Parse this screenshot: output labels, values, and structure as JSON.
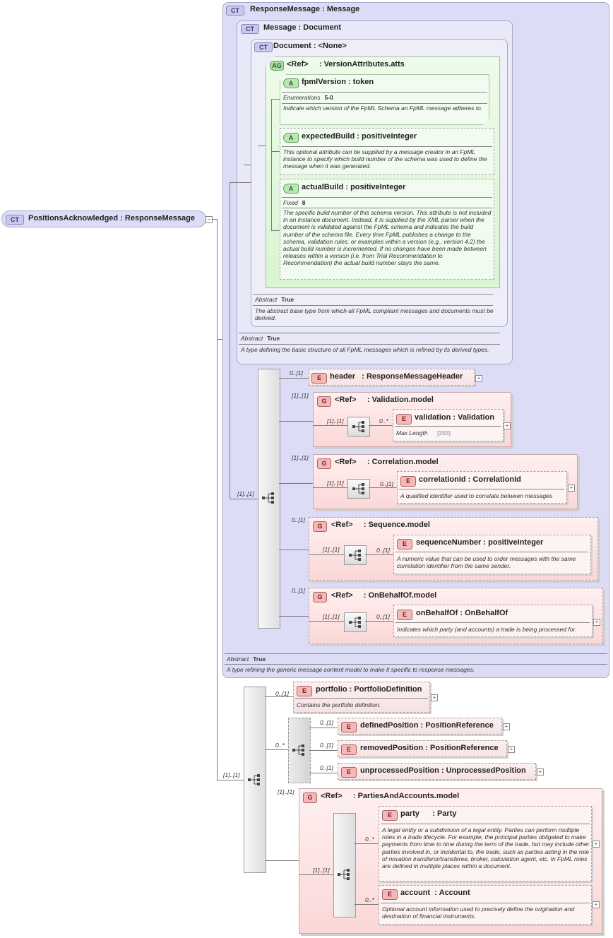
{
  "root": {
    "badge": "CT",
    "name": "PositionsAcknowledged",
    "type": "ResponseMessage"
  },
  "response_message": {
    "badge": "CT",
    "name": "ResponseMessage",
    "type": "Message",
    "abstract_label": "Abstract",
    "abstract_value": "True",
    "doc": "A type refining the generic message content model to make it specific to response messages."
  },
  "message": {
    "badge": "CT",
    "name": "Message",
    "type": "Document",
    "abstract_label": "Abstract",
    "abstract_value": "True",
    "doc": "A type defining the basic structure of all FpML messages which is refined by its derived types."
  },
  "document": {
    "badge": "CT",
    "name": "Document",
    "type": "<None>",
    "abstract_label": "Abstract",
    "abstract_value": "True",
    "doc": "The abstract base type from which all FpML compliant messages and documents must be derived."
  },
  "attr_group": {
    "badge": "AG",
    "name": "<Ref>",
    "type": "VersionAttributes.atts"
  },
  "attributes": {
    "fpml_version": {
      "badge": "A",
      "name": "fpmlVersion",
      "type": "token",
      "facet_label": "Enumerations",
      "facet_value": "5-0",
      "doc": "Indicate which version of the FpML Schema an FpML message adheres to."
    },
    "expected_build": {
      "badge": "A",
      "name": "expectedBuild",
      "type": "positiveInteger",
      "doc": "This optional attribute can be supplied by a message creator in an FpML instance to specify which build number of the schema was used to define the message when it was generated."
    },
    "actual_build": {
      "badge": "A",
      "name": "actualBuild",
      "type": "positiveInteger",
      "facet_label": "Fixed",
      "facet_value": "8",
      "doc": "The specific build number of this schema version. This attribute is not included in an instance document. Instead, it is supplied by the XML parser when the document is validated against the FpML schema and indicates the build number of the schema file. Every time FpML publishes a change to the schema, validation rules, or examples within a version (e.g., version 4.2) the actual build number is incremented. If no changes have been made between releases within a version (i.e. from Trial Recommendation to Recommendation) the actual build number stays the same."
    }
  },
  "sequence1": {
    "mult": "[1]..[1]",
    "header": {
      "mult": "0..[1]",
      "badge": "E",
      "name": "header",
      "type": "ResponseMessageHeader"
    },
    "validation_model": {
      "mult": "[1]..[1]",
      "badge": "G",
      "name": "<Ref>",
      "type": "Validation.model",
      "seq_mult": "[1]..[1]",
      "child": {
        "mult": "0..*",
        "badge": "E",
        "name": "validation",
        "type": "Validation",
        "facet_label": "Max Length",
        "facet_value": "[255]"
      }
    },
    "correlation_model": {
      "mult": "[1]..[1]",
      "badge": "G",
      "name": "<Ref>",
      "type": "Correlation.model",
      "seq_mult": "[1]..[1]",
      "child": {
        "mult": "0..[1]",
        "badge": "E",
        "name": "correlationId",
        "type": "CorrelationId",
        "doc": "A qualified identifier used to correlate between messages"
      }
    },
    "sequence_model": {
      "mult": "0..[1]",
      "badge": "G",
      "name": "<Ref>",
      "type": "Sequence.model",
      "seq_mult": "[1]..[1]",
      "child": {
        "mult": "0..[1]",
        "badge": "E",
        "name": "sequenceNumber",
        "type": "positiveInteger",
        "doc": "A numeric value that can be used to order messages with the same correlation identifier from the same sender."
      }
    },
    "on_behalf_model": {
      "mult": "0..[1]",
      "badge": "G",
      "name": "<Ref>",
      "type": "OnBehalfOf.model",
      "seq_mult": "[1]..[1]",
      "child": {
        "mult": "0..[1]",
        "badge": "E",
        "name": "onBehalfOf",
        "type": "OnBehalfOf",
        "doc": "Indicates which party (and accounts) a trade is being processed for."
      }
    }
  },
  "sequence2": {
    "mult": "[1]..[1]",
    "portfolio": {
      "mult": "0..[1]",
      "badge": "E",
      "name": "portfolio",
      "type": "PortfolioDefinition",
      "doc": "Contains the portfolio definition."
    },
    "choice_mult": "0..*",
    "defined_position": {
      "mult": "0..[1]",
      "badge": "E",
      "name": "definedPosition",
      "type": "PositionReference"
    },
    "removed_position": {
      "mult": "0..[1]",
      "badge": "E",
      "name": "removedPosition",
      "type": "PositionReference"
    },
    "unprocessed_position": {
      "mult": "0..[1]",
      "badge": "E",
      "name": "unprocessedPosition",
      "type": "UnprocessedPosition"
    },
    "parties_model": {
      "mult": "[1]..[1]",
      "badge": "G",
      "name": "<Ref>",
      "type": "PartiesAndAccounts.model",
      "seq_mult": "[1]..[1]",
      "party": {
        "mult": "0..*",
        "badge": "E",
        "name": "party",
        "type": "Party",
        "doc": "A legal entity or a subdivision of a legal entity. Parties can perform multiple roles in a trade lifecycle. For example, the principal parties obligated to make payments from time to time during the term of the trade, but may include other parties involved in, or incidental to, the trade, such as parties acting in the role of novation transferor/transferee, broker, calculation agent, etc. In FpML roles are defined in multiple places within a document."
      },
      "account": {
        "mult": "0..*",
        "badge": "E",
        "name": "account",
        "type": "Account",
        "doc": "Optional account information used to precisely define the origination and destination of financial instruments."
      }
    }
  },
  "colors": {
    "complex_type": "#dcdcf7",
    "attribute_group": "#d9f5d2",
    "group": "#fbd7d7",
    "element": "#f6e2e2"
  }
}
